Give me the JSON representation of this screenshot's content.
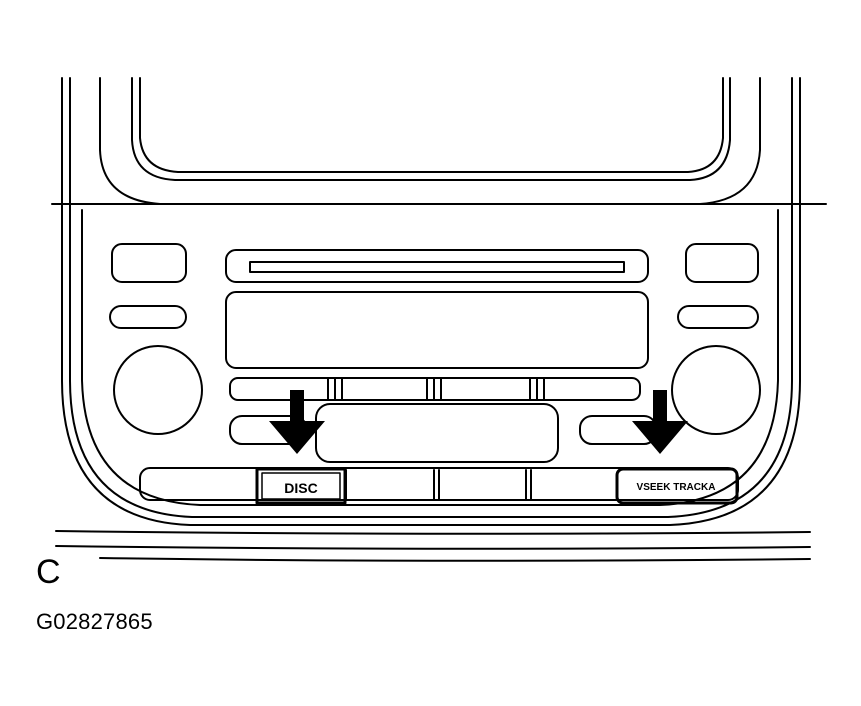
{
  "colors": {
    "line": "#000000",
    "background": "#ffffff"
  },
  "diagram": {
    "disc_button_label": "DISC",
    "seek_track_button_label": "VSEEK TRACKA",
    "arrow_icon": "arrow-down-icon"
  },
  "panel_label": "C",
  "figure_code": "G02827865"
}
